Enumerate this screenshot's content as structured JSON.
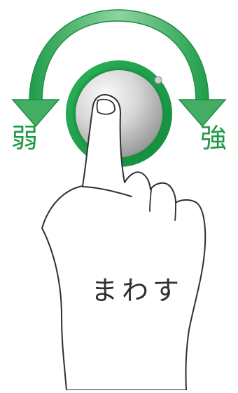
{
  "labels": {
    "weak": "弱",
    "strong": "強"
  },
  "instruction": "まわす",
  "colors": {
    "arrow_light": "#8fd3a0",
    "arrow_dark": "#1f9d4a",
    "ring": "#22a54f",
    "ring_dark": "#148a3c",
    "knob_light": "#f7f7f7",
    "knob_dark": "#8d8d8d",
    "text_green": "#1c9a46",
    "text_dark": "#2f2f2f",
    "hand_outline": "#303030",
    "hand_fill": "#ffffff"
  },
  "icons": {
    "arrow": "curved-double-arrow-icon",
    "knob": "rotary-knob-icon",
    "hand": "pointing-hand-icon"
  }
}
